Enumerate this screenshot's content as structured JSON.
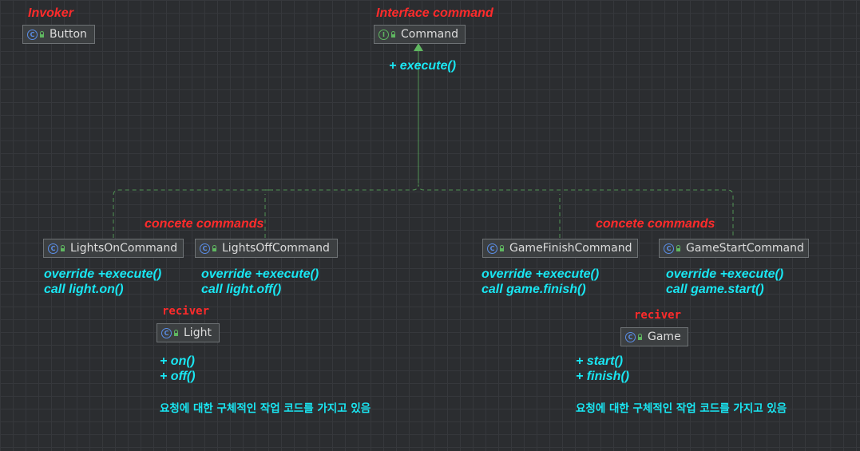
{
  "labels": {
    "invoker": "Invoker",
    "interface_command": "Interface command",
    "concrete_left": "concete commands",
    "concrete_right": "concete commands",
    "receiver_left": "reciver",
    "receiver_right": "reciver"
  },
  "classes": {
    "button": {
      "name": "Button",
      "kind": "C"
    },
    "command": {
      "name": "Command",
      "kind": "I"
    },
    "lights_on": {
      "name": "LightsOnCommand",
      "kind": "C"
    },
    "lights_off": {
      "name": "LightsOffCommand",
      "kind": "C"
    },
    "game_finish": {
      "name": "GameFinishCommand",
      "kind": "C"
    },
    "game_start": {
      "name": "GameStartCommand",
      "kind": "C"
    },
    "light": {
      "name": "Light",
      "kind": "C"
    },
    "game": {
      "name": "Game",
      "kind": "C"
    }
  },
  "notes": {
    "command_method": "+ execute()",
    "lights_on": [
      "override +execute()",
      "call light.on()"
    ],
    "lights_off": [
      "override +execute()",
      "call light.off()"
    ],
    "game_finish": [
      "override +execute()",
      "call  game.finish()"
    ],
    "game_start": [
      "override +execute()",
      "call  game.start()"
    ],
    "light_methods": [
      "+ on()",
      "+ off()"
    ],
    "game_methods": [
      "+ start()",
      "+ finish()"
    ],
    "light_desc": "요청에 대한 구체적인 작업 코드를 가지고 있음",
    "game_desc": "요청에 대한 구체적인 작업 코드를 가지고 있음"
  },
  "colors": {
    "background": "#2b2d30",
    "label_red": "#ff2b2b",
    "note_cyan": "#19e6f2",
    "edge_green": "#5fb760"
  }
}
